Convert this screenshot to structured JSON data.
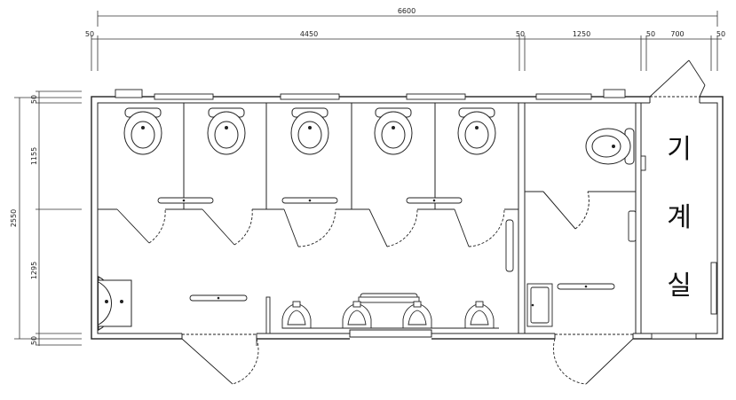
{
  "dimensions": {
    "top_total": "6600",
    "top_segments": [
      "50",
      "4450",
      "50",
      "1250",
      "50",
      "700",
      "50"
    ],
    "left_total": "2550",
    "left_segments": [
      "50",
      "1155",
      "1295",
      "50"
    ]
  },
  "room": {
    "machine_room_chars": [
      "기",
      "계",
      "실"
    ]
  },
  "colors": {
    "line": "#222222",
    "background": "#ffffff"
  },
  "counts": {
    "toilet_stalls": 5,
    "urinals": 4
  }
}
